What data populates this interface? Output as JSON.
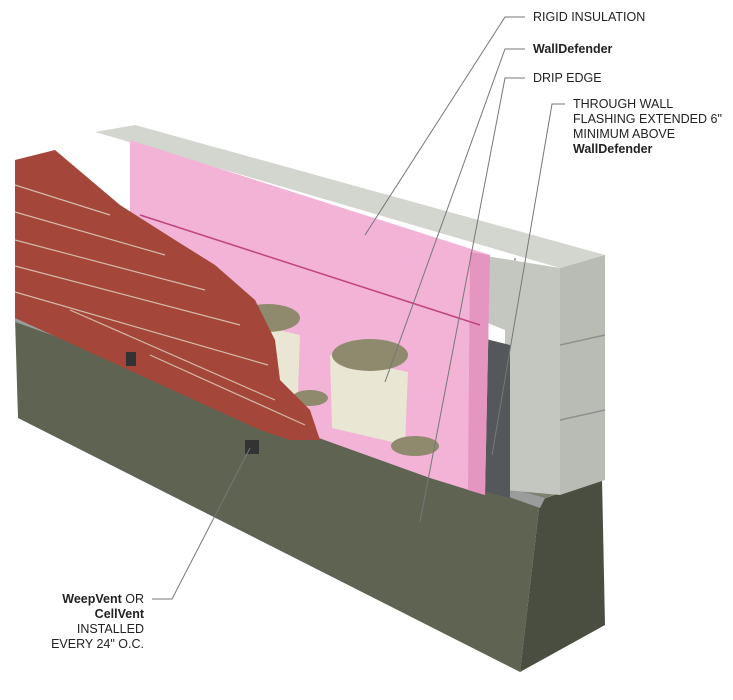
{
  "callouts": {
    "rigid_insulation": "RIGID INSULATION",
    "walldefender": "WallDefender",
    "drip_edge": "DRIP EDGE",
    "through_wall": {
      "line1": "THROUGH WALL",
      "line2": "FLASHING EXTENDED 6\"",
      "line3": "MINIMUM ABOVE",
      "line4": "WallDefender"
    },
    "weepvent": {
      "product1": "WeepVent",
      "or": " OR",
      "product2": "CellVent",
      "line3": "INSTALLED",
      "line4": "EVERY 24\" O.C."
    }
  },
  "colors": {
    "insulation": "#f2b3d6",
    "brick": "#a4473a",
    "block": "#c9ccc6",
    "concrete": "#5f6452",
    "flashing": "#55585a",
    "leader": "#666666"
  }
}
